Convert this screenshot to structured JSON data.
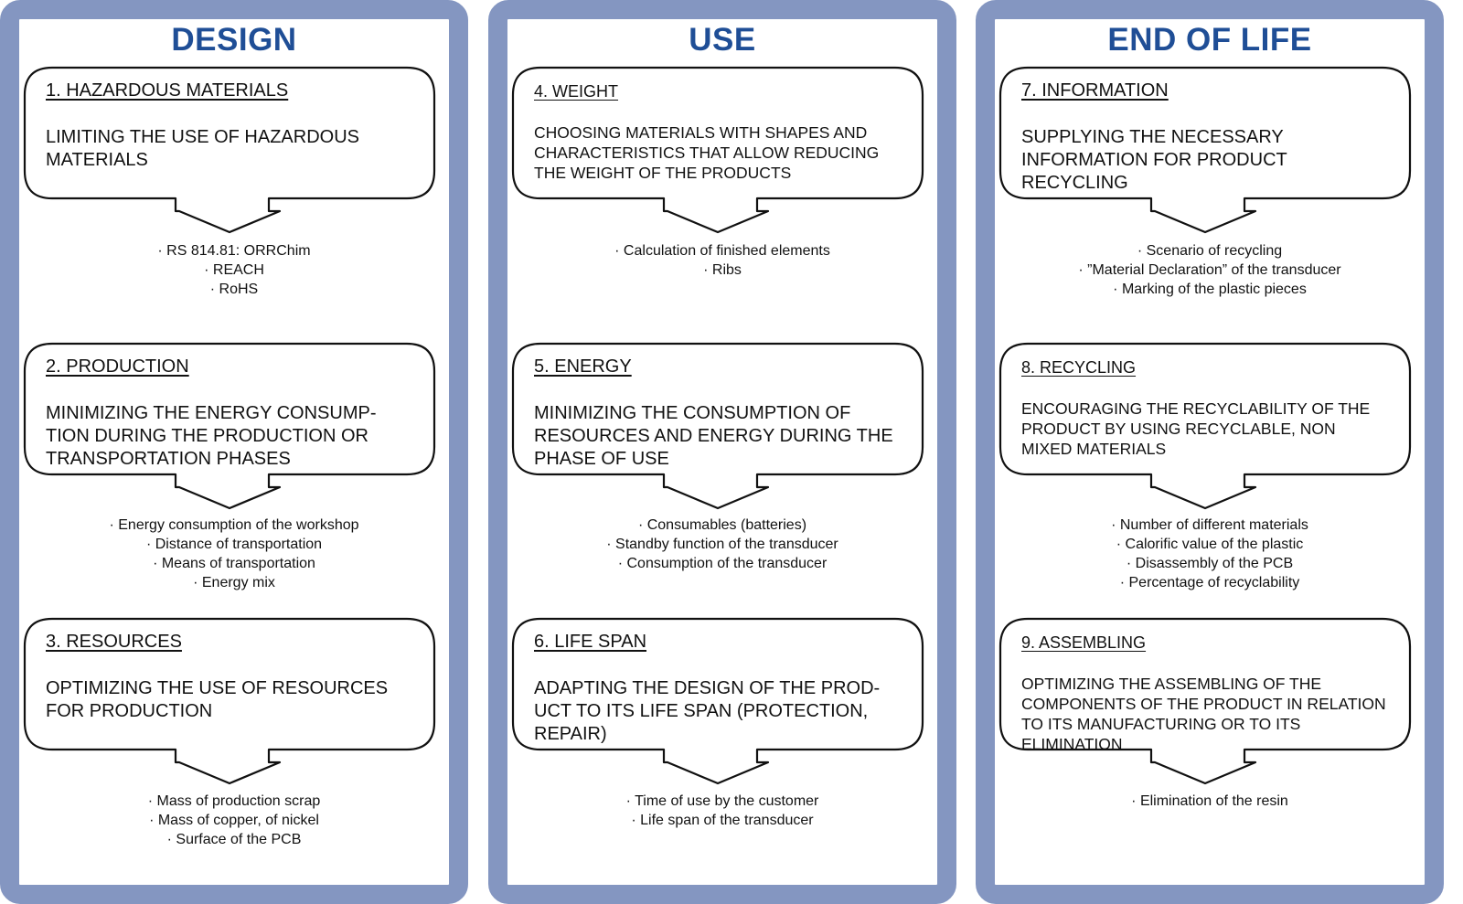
{
  "columns": [
    {
      "title": "DESIGN",
      "cards": [
        {
          "heading": "1. HAZARDOUS MATERIALS",
          "text": "LIMITING THE USE OF HAZARDOUS\nMATERIALS",
          "metrics": [
            "· RS 814.81: ORRChim",
            "· REACH",
            "· RoHS"
          ]
        },
        {
          "heading": "2. PRODUCTION",
          "text": "MINIMIZING  THE ENERGY CONSUMP-\nTION DURING THE PRODUCTION OR\nTRANSPORTATION PHASES",
          "metrics": [
            "· Energy consumption of the workshop",
            "· Distance of transportation",
            "· Means of transportation",
            "· Energy mix"
          ]
        },
        {
          "heading": "3. RESOURCES",
          "text": "OPTIMIZING THE USE OF RESOURCES\nFOR PRODUCTION",
          "metrics": [
            "· Mass of production scrap",
            "· Mass of copper, of nickel",
            "· Surface of the PCB"
          ]
        }
      ]
    },
    {
      "title": "USE",
      "cards": [
        {
          "heading": "4. WEIGHT",
          "text": "CHOOSING MATERIALS  WITH SHAPES AND\nCHARACTERISTICS THAT ALLOW REDUCING\nTHE WEIGHT OF THE PRODUCTS",
          "metrics": [
            "· Calculation of finished elements",
            "· Ribs"
          ]
        },
        {
          "heading": "5. ENERGY",
          "text": "MINIMIZING THE CONSUMPTION OF\nRESOURCES AND ENERGY DURING THE\nPHASE OF USE",
          "metrics": [
            "· Consumables (batteries)",
            "· Standby function of the transducer",
            "· Consumption of the transducer"
          ]
        },
        {
          "heading": "6. LIFE SPAN",
          "text": "ADAPTING THE DESIGN OF THE PROD-\nUCT TO ITS LIFE SPAN (PROTECTION,\nREPAIR)",
          "metrics": [
            "· Time of use by the customer",
            "· Life span of the transducer"
          ]
        }
      ]
    },
    {
      "title": "END OF LIFE",
      "cards": [
        {
          "heading": "7. INFORMATION",
          "text": "SUPPLYING THE NECESSARY\nINFORMATION FOR PRODUCT\nRECYCLING",
          "metrics": [
            "· Scenario of recycling",
            "· ”Material Declaration” of the transducer",
            "· Marking of the plastic pieces"
          ]
        },
        {
          "heading": "8. RECYCLING",
          "text": "ENCOURAGING THE RECYCLABILITY  OF THE\nPRODUCT BY USING  RECYCLABLE, NON\nMIXED MATERIALS",
          "metrics": [
            "· Number of different materials",
            "· Calorific value of the plastic",
            "· Disassembly of the PCB",
            "· Percentage of recyclability"
          ]
        },
        {
          "heading": "9. ASSEMBLING",
          "text": "OPTIMIZING THE ASSEMBLING OF THE\nCOMPONENTS OF THE PRODUCT IN RELATION\nTO ITS MANUFACTURING OR TO ITS\nELIMINATION",
          "metrics": [
            "· Elimination of the resin"
          ]
        }
      ]
    }
  ]
}
